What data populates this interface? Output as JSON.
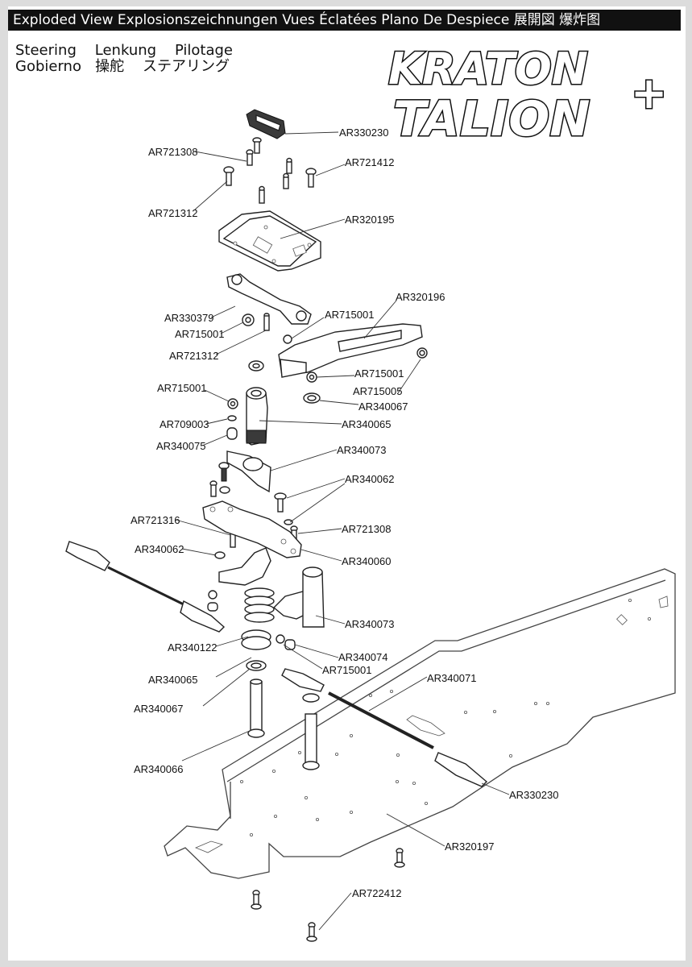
{
  "header": {
    "title": "Exploded View  Explosionszeichnungen  Vues Éclatées  Plano De Despiece 展開図  爆炸图"
  },
  "section": {
    "line1": "Steering    Lenkung    Pilotage",
    "line2": "Gobierno   操舵    ステアリング"
  },
  "logo": {
    "word1": "KRATON",
    "word2": "TALION",
    "plus": "+"
  },
  "parts": [
    "AR330230",
    "AR721308",
    "AR721412",
    "AR721312",
    "AR320195",
    "AR330379",
    "AR715001",
    "AR721312",
    "AR715001",
    "AR320196",
    "AR715001",
    "AR715005",
    "AR715001",
    "AR340067",
    "AR709003",
    "AR340065",
    "AR340075",
    "AR340073",
    "AR340062",
    "AR721316",
    "AR721308",
    "AR340062",
    "AR340060",
    "AR340073",
    "AR340122",
    "AR340074",
    "AR715001",
    "AR340065",
    "AR340071",
    "AR340067",
    "AR340066",
    "AR330230",
    "AR320197",
    "AR722412"
  ]
}
